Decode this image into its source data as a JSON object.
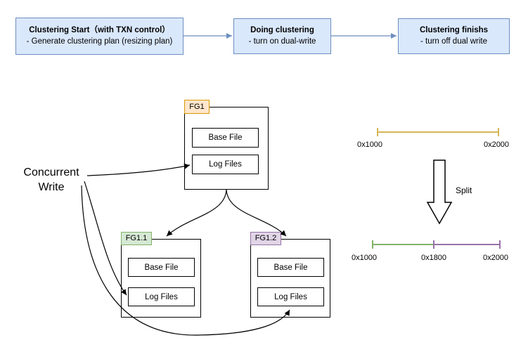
{
  "flow": {
    "steps": [
      {
        "title": "Clustering Start（with TXN control）",
        "subtitle": "- Generate clustering plan (resizing plan)"
      },
      {
        "title": "Doing clustering",
        "subtitle": "- turn on dual-write"
      },
      {
        "title": "Clustering finishs",
        "subtitle": "- turn off dual write"
      }
    ]
  },
  "annotation": {
    "line1": "Concurrent",
    "line2": "Write"
  },
  "groups": [
    {
      "label": "FG1",
      "files": [
        "Base File",
        "Log Files"
      ]
    },
    {
      "label": "FG1.1",
      "files": [
        "Base File",
        "Log Files"
      ]
    },
    {
      "label": "FG1.2",
      "files": [
        "Base File",
        "Log Files"
      ]
    }
  ],
  "split": {
    "label": "Split"
  },
  "timelines": {
    "before": {
      "start_label": "0x1000",
      "end_label": "0x2000",
      "color": "#d6b656"
    },
    "after": {
      "start_label": "0x1000",
      "mid_label": "0x1800",
      "end_label": "0x2000",
      "left_color": "#82b366",
      "right_color": "#9673a6"
    }
  },
  "colors": {
    "flow_fill": "#dae8fc",
    "flow_stroke": "#6c8ebf",
    "fg1_tab_fill": "#ffe6cc",
    "fg1_tab_stroke": "#d79b00",
    "fg11_tab_fill": "#d5e8d4",
    "fg11_tab_stroke": "#82b366",
    "fg12_tab_fill": "#e1d5e7",
    "fg12_tab_stroke": "#9673a6",
    "arrow_black": "#000000"
  }
}
